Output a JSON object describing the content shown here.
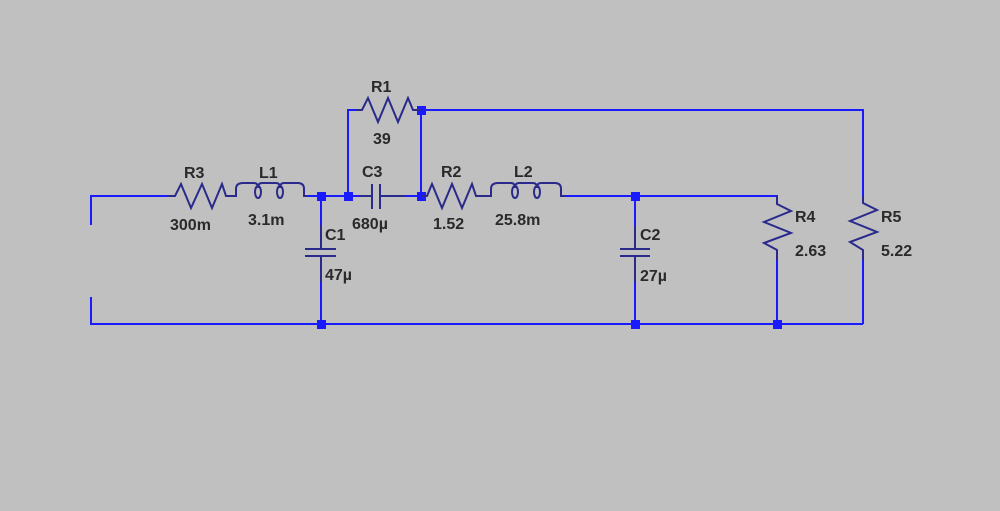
{
  "schematic": {
    "components": [
      {
        "ref": "R1",
        "type": "resistor",
        "value": "39"
      },
      {
        "ref": "R2",
        "type": "resistor",
        "value": "1.52"
      },
      {
        "ref": "R3",
        "type": "resistor",
        "value": "300m"
      },
      {
        "ref": "R4",
        "type": "resistor",
        "value": "2.63"
      },
      {
        "ref": "R5",
        "type": "resistor",
        "value": "5.22"
      },
      {
        "ref": "L1",
        "type": "inductor",
        "value": "3.1m"
      },
      {
        "ref": "L2",
        "type": "inductor",
        "value": "25.8m"
      },
      {
        "ref": "C1",
        "type": "capacitor",
        "value": "47µ"
      },
      {
        "ref": "C2",
        "type": "capacitor",
        "value": "27µ"
      },
      {
        "ref": "C3",
        "type": "capacitor",
        "value": "680µ"
      }
    ],
    "colors": {
      "background": "#c0c0c0",
      "wire": "#1a1aff",
      "component": "#2a2a8c",
      "label": "#2a2a2a"
    }
  }
}
